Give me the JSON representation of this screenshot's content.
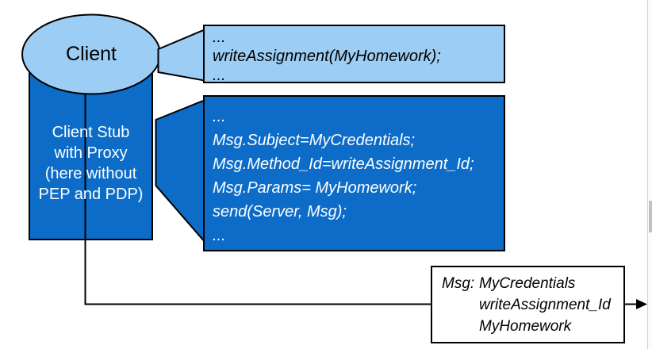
{
  "diagram": {
    "client": {
      "label": "Client"
    },
    "client_stub": {
      "lines": [
        "Client Stub",
        "with Proxy",
        "(here without",
        "PEP and PDP)"
      ]
    },
    "client_code_callout": {
      "lines": [
        "...",
        "writeAssignment(MyHomework);",
        "..."
      ]
    },
    "stub_code_callout": {
      "lines": [
        "...",
        "Msg.Subject=MyCredentials;",
        "Msg.Method_Id=writeAssignment_Id;",
        "Msg.Params= MyHomework;",
        "send(Server, Msg);",
        "..."
      ]
    },
    "message_note": {
      "label": "Msg:",
      "values": [
        "MyCredentials",
        "writeAssignment_Id",
        "MyHomework"
      ]
    },
    "colors": {
      "light_blue": "#9ccdf4",
      "dark_blue": "#0c6cc8",
      "outline": "#000000",
      "scrollbar_thumb": "#c2c2c2"
    }
  }
}
